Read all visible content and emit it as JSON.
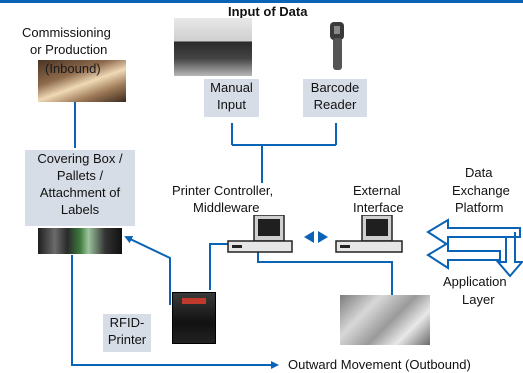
{
  "title": "Input of Data",
  "commissioning_label": [
    "Commissioning",
    "or Production",
    "(Inbound)"
  ],
  "manual_input_label": [
    "Manual",
    "Input"
  ],
  "barcode_reader_label": [
    "Barcode",
    "Reader"
  ],
  "covering_box_label": [
    "Covering Box /",
    "Pallets /",
    "Attachment of",
    "Labels"
  ],
  "printer_controller_label": [
    "Printer Controller,",
    "Middleware"
  ],
  "external_interface_label": [
    "External",
    "Interface"
  ],
  "data_exchange_label": [
    "Data",
    "Exchange",
    "Platform"
  ],
  "application_layer_label": [
    "Application",
    "Layer"
  ],
  "rfid_printer_label": [
    "RFID-",
    "Printer"
  ],
  "outbound_label": "Outward Movement (Outbound)",
  "colors": {
    "accent_blue": "#0a63b5",
    "box_fill": "#d7dde6"
  }
}
